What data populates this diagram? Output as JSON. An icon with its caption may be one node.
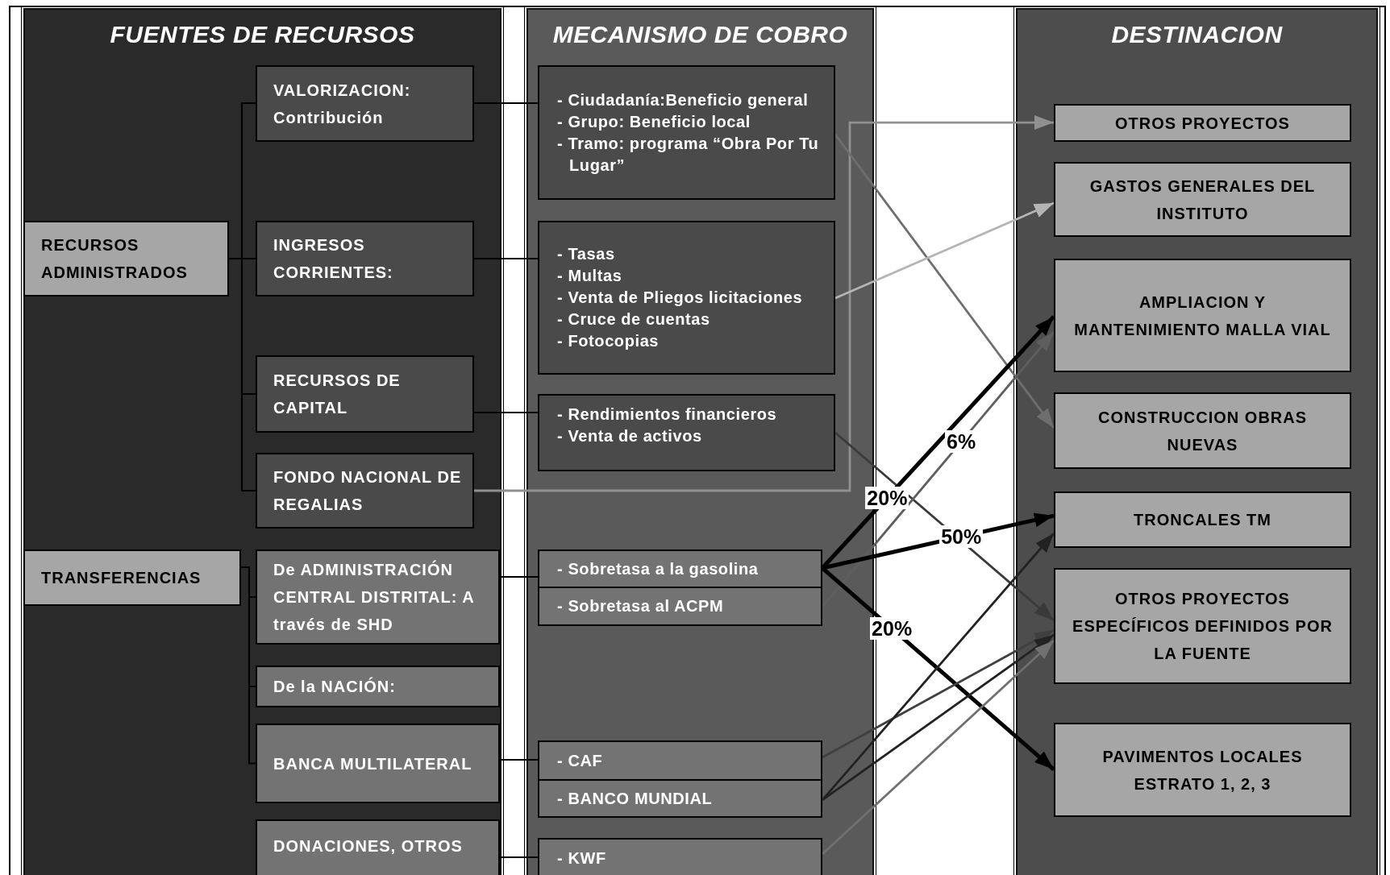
{
  "diagram": {
    "nodes": [
      {
        "text": [
          "FUENTES DE RECURSOS"
        ]
      },
      {
        "text": [
          "MECANISMO DE COBRO"
        ]
      },
      {
        "text": [
          "DESTINACION"
        ]
      },
      {
        "text": [
          "RECURSOS ADMINISTRADOS"
        ],
        "in": 0
      },
      {
        "text": [
          "VALORIZACION: Contribución"
        ],
        "in": 0
      },
      {
        "text": [
          "INGRESOS CORRIENTES:"
        ],
        "in": 0
      },
      {
        "text": [
          "RECURSOS DE CAPITAL"
        ],
        "in": 0
      },
      {
        "text": [
          "FONDO NACIONAL DE REGALIAS"
        ],
        "in": 0
      },
      {
        "text": [
          "TRANSFERENCIAS"
        ],
        "in": 0
      },
      {
        "text": [
          "De ADMINISTRACIÓN CENTRAL DISTRITAL: A través de  SHD"
        ],
        "in": 0
      },
      {
        "text": [
          "De la NACIÓN:"
        ],
        "in": 0
      },
      {
        "text": [
          "BANCA MULTILATERAL"
        ],
        "in": 0
      },
      {
        "text": [
          "DONACIONES, OTROS"
        ],
        "in": 0
      },
      {
        "text": [
          "- Ciudadanía:Beneficio general",
          "- Grupo: Beneficio local",
          "- Tramo: programa “Obra Por Tu Lugar”"
        ],
        "in": 1
      },
      {
        "text": [
          "- Tasas",
          "- Multas",
          "- Venta de Pliegos licitaciones",
          "- Cruce de cuentas",
          "- Fotocopias"
        ],
        "in": 1
      },
      {
        "text": [
          "- Rendimientos financieros",
          "- Venta de activos"
        ],
        "in": 1
      },
      {
        "text": [
          "- Sobretasa a la gasolina"
        ],
        "in": 1
      },
      {
        "text": [
          "- Sobretasa al ACPM"
        ],
        "in": 1
      },
      {
        "text": [
          "- CAF"
        ],
        "in": 1
      },
      {
        "text": [
          "- BANCO MUNDIAL"
        ],
        "in": 1
      },
      {
        "text": [
          "- KWF"
        ],
        "in": 1
      },
      {
        "text": [
          "OTROS PROYECTOS"
        ],
        "in": 2
      },
      {
        "text": [
          "GASTOS GENERALES DEL INSTITUTO"
        ],
        "in": 2
      },
      {
        "text": [
          "AMPLIACION Y MANTENIMIENTO MALLA VIAL"
        ],
        "in": 2
      },
      {
        "text": [
          "CONSTRUCCION OBRAS NUEVAS"
        ],
        "in": 2
      },
      {
        "text": [
          "TRONCALES TM"
        ],
        "in": 2
      },
      {
        "text": [
          "OTROS PROYECTOS ESPECÍFICOS DEFINIDOS POR LA FUENTE"
        ],
        "in": 2
      },
      {
        "text": [
          "PAVIMENTOS LOCALES ESTRATO  1, 2, 3"
        ],
        "in": 2
      }
    ],
    "edges": [
      {
        "from": 3,
        "to": 4,
        "arrow": "none"
      },
      {
        "from": 3,
        "to": 5,
        "arrow": "none"
      },
      {
        "from": 3,
        "to": 6,
        "arrow": "none"
      },
      {
        "from": 3,
        "to": 7,
        "arrow": "none"
      },
      {
        "from": 8,
        "to": 9,
        "arrow": "none"
      },
      {
        "from": 8,
        "to": 10,
        "arrow": "none"
      },
      {
        "from": 8,
        "to": 11,
        "arrow": "none"
      },
      {
        "from": 4,
        "to": 13,
        "arrow": "none"
      },
      {
        "from": 5,
        "to": 14,
        "arrow": "none"
      },
      {
        "from": 6,
        "to": 15,
        "arrow": "none"
      },
      {
        "from": 9,
        "to": 16,
        "arrow": "none"
      },
      {
        "from": 11,
        "to": 18,
        "arrow": "none"
      },
      {
        "from": 12,
        "to": 20,
        "arrow": "none"
      },
      {
        "from": 7,
        "to": 21,
        "arrow": "to",
        "color": "#909090"
      },
      {
        "from": 13,
        "to": 24,
        "arrow": "to",
        "color": "#6e6e6e"
      },
      {
        "from": 14,
        "to": 22,
        "arrow": "to",
        "color": "#b4b4b4"
      },
      {
        "from": 15,
        "to": 26,
        "arrow": "to",
        "color": "#3a3a3a"
      },
      {
        "from": 16,
        "to": 23,
        "arrow": "to",
        "label": "20%",
        "style": "thick"
      },
      {
        "from": 17,
        "to": 23,
        "arrow": "to",
        "label": "6%",
        "color": "#5e5e5e"
      },
      {
        "from": 16,
        "to": 25,
        "arrow": "to",
        "label": "50%",
        "style": "thick"
      },
      {
        "from": 16,
        "to": 27,
        "arrow": "to",
        "label": "20%",
        "style": "thick"
      },
      {
        "from": 18,
        "to": 26,
        "arrow": "to",
        "color": "#404040"
      },
      {
        "from": 19,
        "to": 25,
        "arrow": "to",
        "color": "#222222"
      },
      {
        "from": 19,
        "to": 26,
        "arrow": "to",
        "color": "#222222"
      },
      {
        "from": 20,
        "to": 26,
        "arrow": "to",
        "color": "#707070"
      }
    ]
  }
}
